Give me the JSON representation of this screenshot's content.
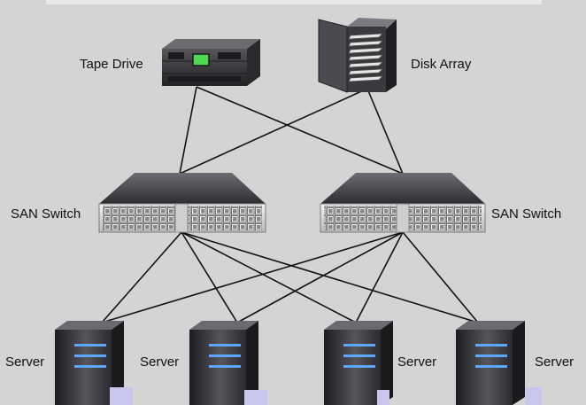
{
  "labels": {
    "tape_drive": "Tape Drive",
    "disk_array": "Disk Array",
    "san_switch_left": "SAN Switch",
    "san_switch_right": "SAN Switch",
    "server_1": "Server",
    "server_2": "Server",
    "server_3": "Server",
    "server_4": "Server"
  },
  "colors": {
    "background": "#d4d4d4",
    "link": "#111111",
    "device_dark": "#3a3a3e",
    "led_blue": "#5aa8ff",
    "display_green": "#4fd84f"
  }
}
